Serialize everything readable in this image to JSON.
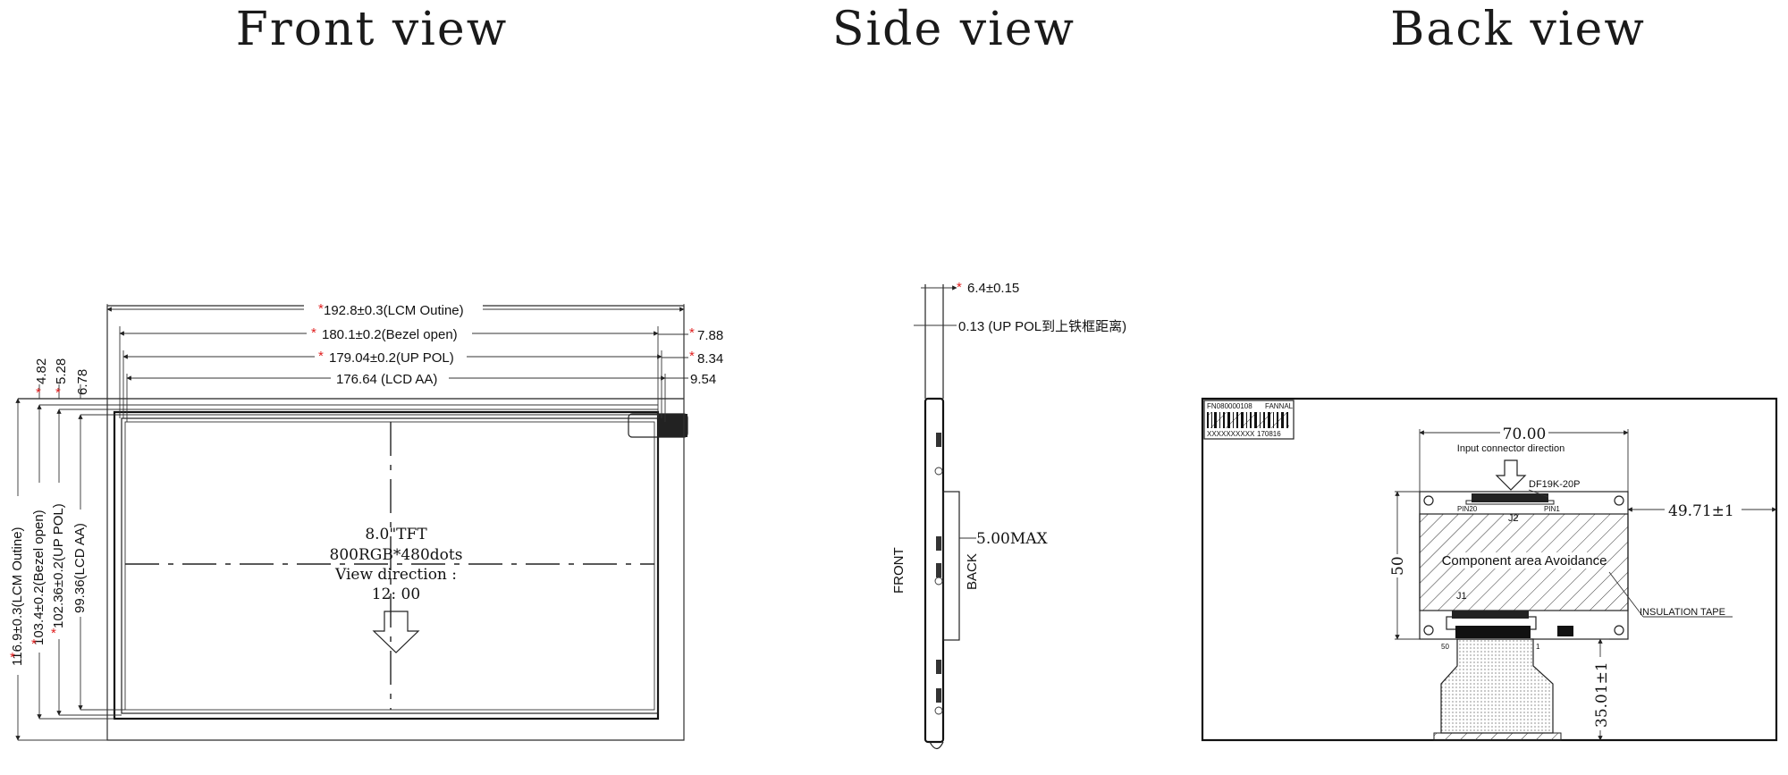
{
  "titles": {
    "front": "Front view",
    "side": "Side view",
    "back": "Back view"
  },
  "front_view": {
    "dims": {
      "lcm_outline_w": "192.8±0.3(LCM Outine)",
      "bezel_open_w": "180.1±0.2(Bezel open)",
      "up_pol_w": "179.04±0.2(UP POL)",
      "lcd_aa_w": "176.64 (LCD AA)",
      "right_1": "7.88",
      "right_2": "8.34",
      "right_3": "9.54",
      "top_1": "4.82",
      "top_2": "5.28",
      "top_3": "6.78",
      "lcm_outline_h": "116.9±0.3(LCM Outine)",
      "bezel_open_h": "103.4±0.2(Bezel open)",
      "up_pol_h": "102.36±0.2(UP POL)",
      "lcd_aa_h": "99.36(LCD AA)"
    },
    "star": "*",
    "center_lines": [
      "8.0\"TFT",
      "800RGB*480dots",
      "View direction :",
      "12: 00"
    ]
  },
  "side_view": {
    "thickness": "6.4±0.15",
    "pol_gap": "0.13 (UP POL到上铁框距离)",
    "max_label": "5.00MAX",
    "front_label": "FRONT",
    "back_label": "BACK"
  },
  "back_view": {
    "width_70": "70.00",
    "input_dir": "Input connector direction",
    "connector": "DF19K-20P",
    "pin20": "PIN20",
    "pin1": "PIN1",
    "j2": "J2",
    "height_50": "50",
    "right_dim": "49.71±1",
    "component_area": "Component area Avoidance",
    "j1": "J1",
    "insulation": "INSULATION TAPE",
    "pin50": "50",
    "pin1b": "1",
    "bottom_dim": "35.01±1",
    "label_left_top": "FN080000108",
    "label_right_top": "FANNAL",
    "label_left_bottom": "XXXXXXXXXX",
    "label_right_bottom": "170816"
  }
}
